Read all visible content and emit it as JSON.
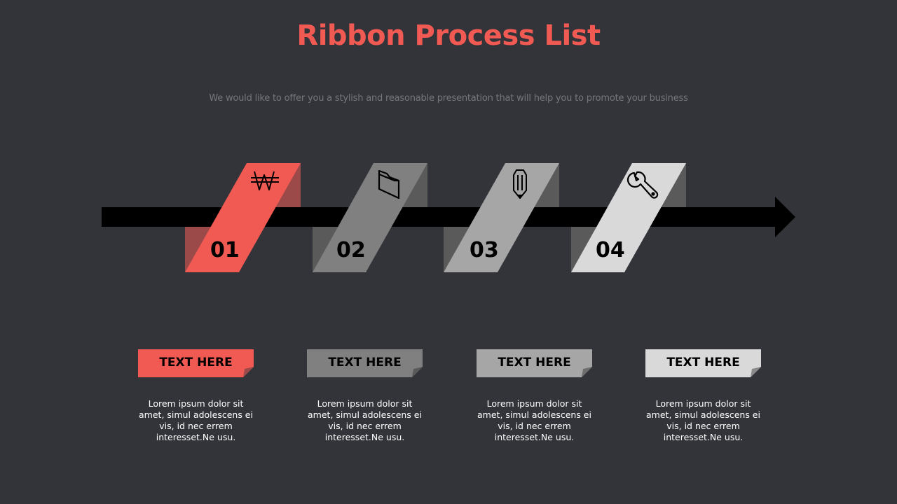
{
  "title": "Ribbon Process List",
  "subtitle": "We would like to offer you a stylish and reasonable presentation that will help you to promote your business",
  "colors": {
    "background": "#323439",
    "accent": "#f05a52",
    "arrow": "#000000",
    "shadow": "#5a5a5a",
    "accent_shadow": "#9c4a49"
  },
  "steps": [
    {
      "number": "01",
      "icon": "won-currency-icon",
      "color": "#f05a52",
      "shadow": "#9c4a49",
      "label": "TEXT HERE",
      "description": "Lorem ipsum dolor sit amet, simul adolescens ei vis, id nec errem interesset.Ne usu."
    },
    {
      "number": "02",
      "icon": "folder-icon",
      "color": "#808080",
      "shadow": "#5a5a5a",
      "label": "TEXT HERE",
      "description": "Lorem ipsum dolor sit amet, simul adolescens ei vis, id nec errem interesset.Ne usu."
    },
    {
      "number": "03",
      "icon": "pencil-icon",
      "color": "#a6a6a6",
      "shadow": "#5a5a5a",
      "label": "TEXT HERE",
      "description": "Lorem ipsum dolor sit amet, simul adolescens ei vis, id nec errem interesset.Ne usu."
    },
    {
      "number": "04",
      "icon": "wrench-icon",
      "color": "#d9d9d9",
      "shadow": "#5a5a5a",
      "label": "TEXT HERE",
      "description": "Lorem ipsum dolor sit amet, simul adolescens ei vis, id nec errem interesset.Ne usu."
    }
  ]
}
